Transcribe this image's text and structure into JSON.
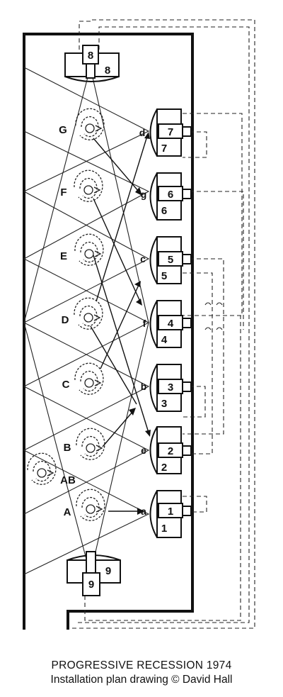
{
  "caption": {
    "title": "PROGRESSIVE RECESSION 1974",
    "subtitle": "Installation plan drawing © David Hall"
  },
  "monitors": {
    "m1": "1",
    "m2": "2",
    "m3": "3",
    "m4": "4",
    "m5": "5",
    "m6": "6",
    "m7": "7",
    "m8": "8",
    "m9": "9"
  },
  "cameras": {
    "c1": "1",
    "c2": "2",
    "c3": "3",
    "c4": "4",
    "c5": "5",
    "c6": "6",
    "c7": "7",
    "c8": "8",
    "c9": "9"
  },
  "positions": {
    "A": "A",
    "B": "B",
    "C": "C",
    "D": "D",
    "E": "E",
    "F": "F",
    "G": "G",
    "AB": "AB"
  },
  "monitor_letters": {
    "a": "a",
    "b": "b",
    "c": "c",
    "d": "d",
    "e": "e",
    "f": "f",
    "g": "g"
  }
}
